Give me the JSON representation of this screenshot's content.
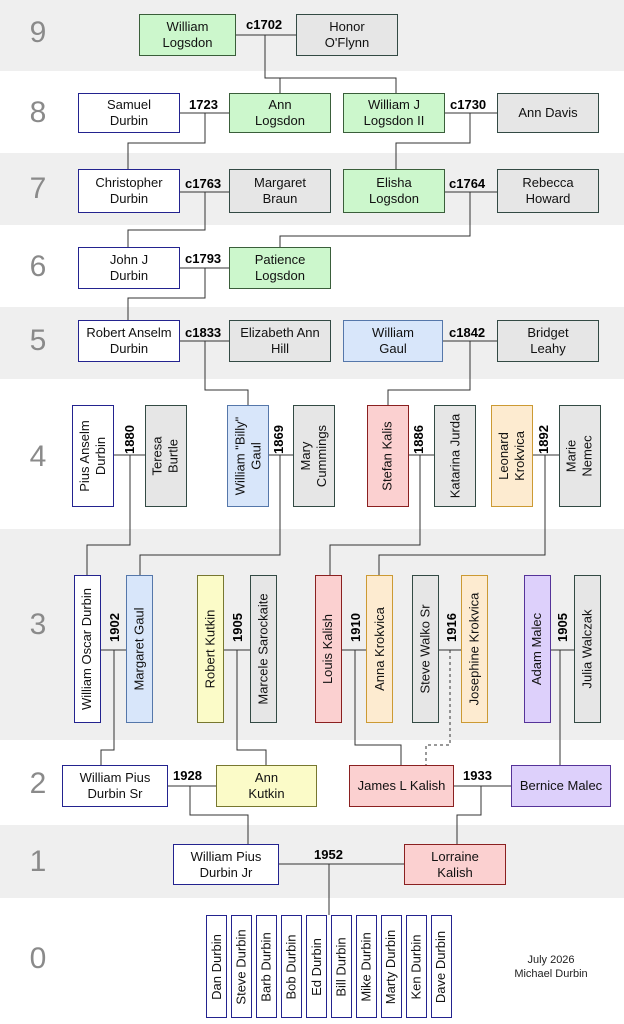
{
  "generations": [
    "9",
    "8",
    "7",
    "6",
    "5",
    "4",
    "3",
    "2",
    "1",
    "0"
  ],
  "people": {
    "william_logsdon": "William\nLogsdon",
    "honor_oflynn": "Honor\nO'Flynn",
    "samuel_durbin": "Samuel\nDurbin",
    "ann_logsdon": "Ann\nLogsdon",
    "william_j_logsdon": "William J\nLogsdon II",
    "ann_davis": "Ann Davis",
    "christopher_durbin": "Christopher\nDurbin",
    "margaret_braun": "Margaret\nBraun",
    "elisha_logsdon": "Elisha\nLogsdon",
    "rebecca_howard": "Rebecca\nHoward",
    "john_j_durbin": "John J\nDurbin",
    "patience_logsdon": "Patience\nLogsdon",
    "robert_anselm_durbin": "Robert Anselm\nDurbin",
    "elizabeth_ann_hill": "Elizabeth Ann\nHill",
    "william_gaul": "William\nGaul",
    "bridget_leahy": "Bridget\nLeahy",
    "pius_anselm_durbin": "Pius Anselm\nDurbin",
    "teresa_burtle": "Teresa\nBurtle",
    "william_billy_gaul": "William \"Billy\"\nGaul",
    "mary_cummings": "Mary\nCummings",
    "stefan_kalis": "Stefan Kalis",
    "katarina_jurda": "Katarina Jurda",
    "leonard_krokvica": "Leonard\nKrokvica",
    "marie_nemec": "Marie\nNemec",
    "william_oscar_durbin": "William Oscar Durbin",
    "margaret_gaul": "Margaret Gaul",
    "robert_kutkin": "Robert Kutkin",
    "marcele_sarockaite": "Marcele Sarockaite",
    "louis_kalish": "Louis Kalish",
    "anna_krokvica": "Anna Krokvica",
    "steve_walko_sr": "Steve Walko Sr",
    "josephine_krokvica": "Josephine Krokvica",
    "adam_malec": "Adam Malec",
    "julia_walczak": "Julia Walczak",
    "william_pius_durbin_sr": "William Pius\nDurbin Sr",
    "ann_kutkin": "Ann\nKutkin",
    "james_l_kalish": "James L Kalish",
    "bernice_malec": "Bernice Malec",
    "william_pius_durbin_jr": "William Pius\nDurbin Jr",
    "lorraine_kalish": "Lorraine\nKalish"
  },
  "years": {
    "y_c1702": "c1702",
    "y_1723": "1723",
    "y_c1730": "c1730",
    "y_c1763": "c1763",
    "y_c1764": "c1764",
    "y_c1793": "c1793",
    "y_c1833": "c1833",
    "y_c1842": "c1842",
    "y_1880": "1880",
    "y_1869": "1869",
    "y_1886": "1886",
    "y_1892": "1892",
    "y_1902": "1902",
    "y_1905a": "1905",
    "y_1910": "1910",
    "y_1916": "1916",
    "y_1905b": "1905",
    "y_1928": "1928",
    "y_1933": "1933",
    "y_1952": "1952"
  },
  "children": [
    "Dan Durbin",
    "Steve Durbin",
    "Barb Durbin",
    "Bob Durbin",
    "Ed Durbin",
    "Bill Durbin",
    "Mike Durbin",
    "Marty Durbin",
    "Ken Durbin",
    "Dave Durbin"
  ],
  "credit": {
    "date": "July 2026",
    "author": "Michael Durbin"
  },
  "colors": {
    "durbin_line": "#ffffff",
    "logsdon": "#ccf7cc",
    "spouse": "#e6e6e6",
    "gaul": "#d8e6fa",
    "kalish": "#fbd0d0",
    "krokvica": "#fdebd0",
    "kutkin": "#fbfbc8",
    "malec": "#ddd0fb",
    "band": "#efefef"
  }
}
